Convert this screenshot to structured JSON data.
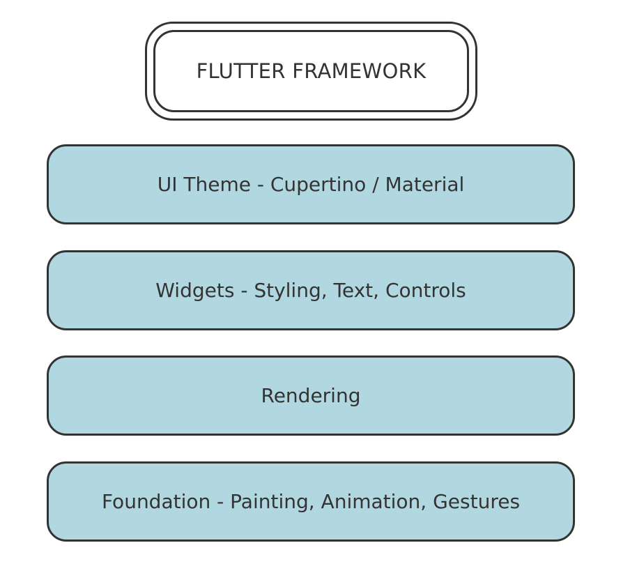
{
  "diagram": {
    "title": "FLUTTER FRAMEWORK",
    "layers": [
      {
        "label": "UI Theme - Cupertino / Material"
      },
      {
        "label": "Widgets - Styling, Text, Controls"
      },
      {
        "label": "Rendering"
      },
      {
        "label": "Foundation - Painting, Animation, Gestures"
      }
    ],
    "colors": {
      "layer_fill": "#b1d8e0",
      "stroke": "#333333",
      "title_fill": "#ffffff"
    }
  }
}
